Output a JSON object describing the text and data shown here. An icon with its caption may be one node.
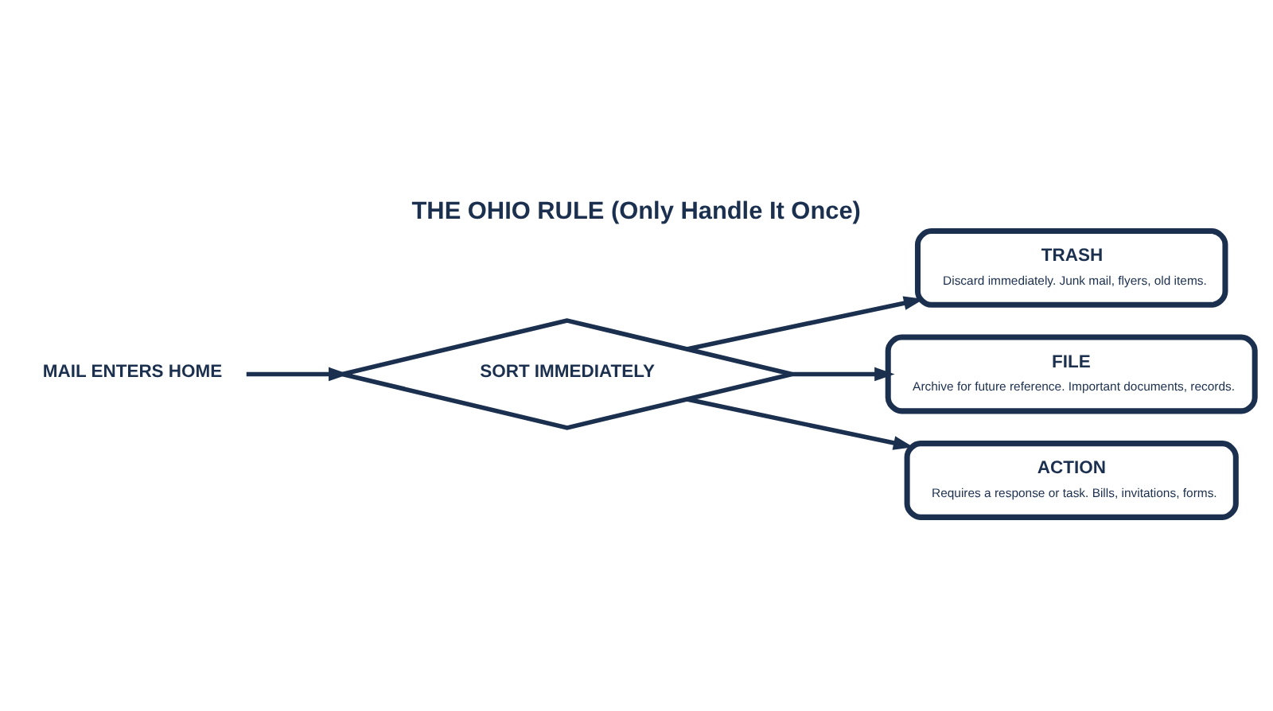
{
  "diagram": {
    "title": "THE OHIO RULE (Only Handle It Once)",
    "nodes": [
      {
        "text": [
          "MAIL ENTERS HOME"
        ]
      },
      {
        "text": [
          "SORT IMMEDIATELY"
        ]
      },
      {
        "text": [
          "TRASH",
          "Discard immediately. Junk mail, flyers, old items."
        ]
      },
      {
        "text": [
          "FILE",
          "Archive for future reference. Important documents, records."
        ]
      },
      {
        "text": [
          "ACTION",
          "Requires a response or task. Bills, invitations, forms."
        ]
      }
    ],
    "edges": [
      {
        "from": 0,
        "to": 1,
        "arrow": "to"
      },
      {
        "from": 1,
        "to": 2,
        "arrow": "to"
      },
      {
        "from": 1,
        "to": 3,
        "arrow": "to"
      },
      {
        "from": 1,
        "to": 4,
        "arrow": "to"
      }
    ]
  }
}
